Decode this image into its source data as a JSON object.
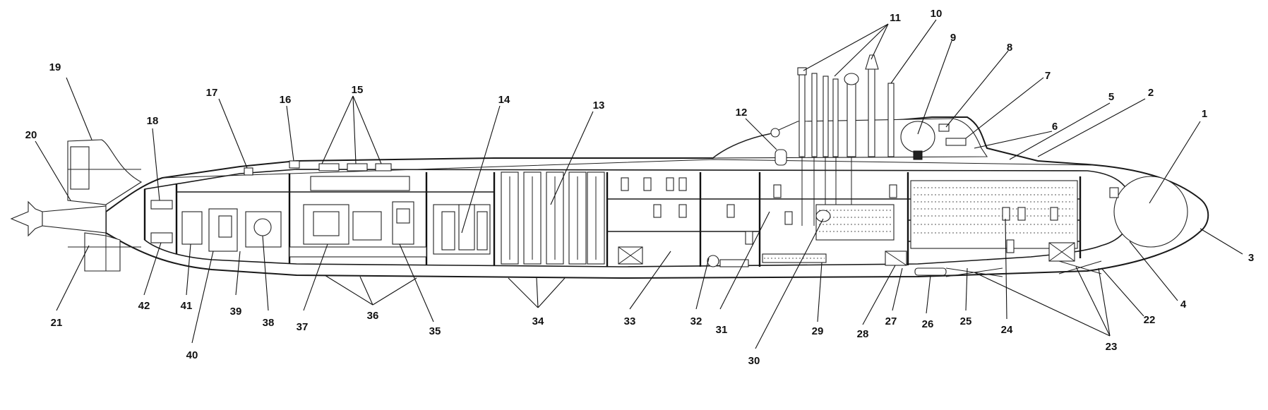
{
  "callouts": [
    {
      "id": "c1",
      "text": "1"
    },
    {
      "id": "c2",
      "text": "2"
    },
    {
      "id": "c3",
      "text": "3"
    },
    {
      "id": "c4",
      "text": "4"
    },
    {
      "id": "c5",
      "text": "5"
    },
    {
      "id": "c6",
      "text": "6"
    },
    {
      "id": "c7",
      "text": "7"
    },
    {
      "id": "c8",
      "text": "8"
    },
    {
      "id": "c9",
      "text": "9"
    },
    {
      "id": "c10",
      "text": "10"
    },
    {
      "id": "c11",
      "text": "11"
    },
    {
      "id": "c12",
      "text": "12"
    },
    {
      "id": "c13",
      "text": "13"
    },
    {
      "id": "c14",
      "text": "14"
    },
    {
      "id": "c15",
      "text": "15"
    },
    {
      "id": "c16",
      "text": "16"
    },
    {
      "id": "c17",
      "text": "17"
    },
    {
      "id": "c18",
      "text": "18"
    },
    {
      "id": "c19",
      "text": "19"
    },
    {
      "id": "c20",
      "text": "20"
    },
    {
      "id": "c21",
      "text": "21"
    },
    {
      "id": "c22",
      "text": "22"
    },
    {
      "id": "c23",
      "text": "23"
    },
    {
      "id": "c24",
      "text": "24"
    },
    {
      "id": "c25",
      "text": "25"
    },
    {
      "id": "c26",
      "text": "26"
    },
    {
      "id": "c27",
      "text": "27"
    },
    {
      "id": "c28",
      "text": "28"
    },
    {
      "id": "c29",
      "text": "29"
    },
    {
      "id": "c30",
      "text": "30"
    },
    {
      "id": "c31",
      "text": "31"
    },
    {
      "id": "c32",
      "text": "32"
    },
    {
      "id": "c33",
      "text": "33"
    },
    {
      "id": "c34",
      "text": "34"
    },
    {
      "id": "c35",
      "text": "35"
    },
    {
      "id": "c36",
      "text": "36"
    },
    {
      "id": "c37",
      "text": "37"
    },
    {
      "id": "c38",
      "text": "38"
    },
    {
      "id": "c39",
      "text": "39"
    },
    {
      "id": "c40",
      "text": "40"
    },
    {
      "id": "c41",
      "text": "41"
    },
    {
      "id": "c42",
      "text": "42"
    }
  ]
}
